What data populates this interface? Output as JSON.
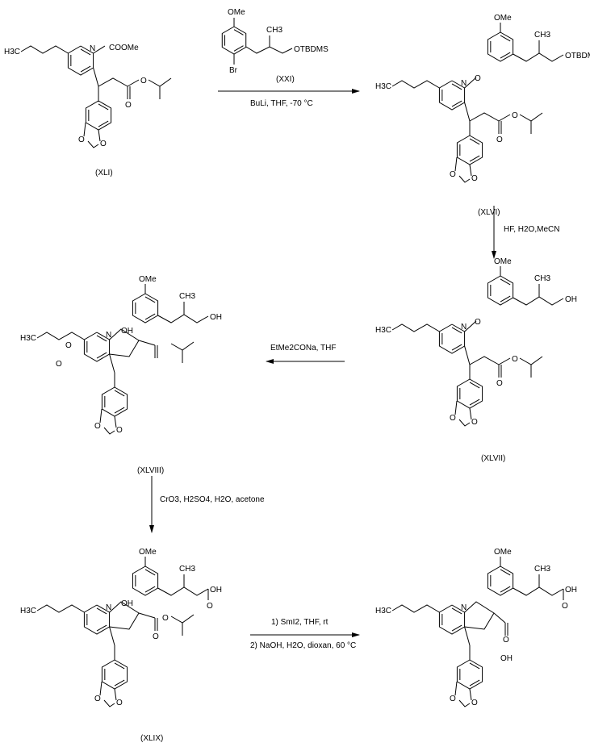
{
  "compounds": {
    "xli": {
      "label": "(XLI)",
      "n": "N",
      "coome": "COOMe",
      "h3c": "H3C",
      "o1": "O",
      "o2": "O",
      "od1": "O",
      "od2": "O"
    },
    "xxi": {
      "label": "(XXI)",
      "ome": "OMe",
      "ch3": "CH3",
      "otbdms": "OTBDMS",
      "br": "Br"
    },
    "xlvi": {
      "label": "(XLVI)",
      "ome": "OMe",
      "ch3": "CH3",
      "otbdms": "OTBDMS",
      "n": "N",
      "h3c": "H3C",
      "ko": "O",
      "o1": "O",
      "o2": "O",
      "od1": "O",
      "od2": "O"
    },
    "xlvii": {
      "label": "(XLVII)",
      "ome": "OMe",
      "ch3": "CH3",
      "oh": "OH",
      "n": "N",
      "h3c": "H3C",
      "ko": "O",
      "o1": "O",
      "o2": "O",
      "od1": "O",
      "od2": "O"
    },
    "xlviii": {
      "label": "(XLVIII)",
      "ome": "OMe",
      "ch3": "CH3",
      "oh": "OH",
      "oh2": "OH",
      "n": "N",
      "h3c": "H3C",
      "o1": "O",
      "o2": "O",
      "od1": "O",
      "od2": "O"
    },
    "xlix": {
      "label": "(XLIX)",
      "ome": "OMe",
      "ch3": "CH3",
      "oh": "OH",
      "acid_o": "O",
      "oh2": "OH",
      "n": "N",
      "h3c": "H3C",
      "o1": "O",
      "o2": "O",
      "od1": "O",
      "od2": "O"
    },
    "final": {
      "ome": "OMe",
      "ch3": "CH3",
      "oh": "OH",
      "acid_o": "O",
      "oh2": "OH",
      "acid_o2": "O",
      "n": "N",
      "h3c": "H3C",
      "od1": "O",
      "od2": "O"
    }
  },
  "steps": {
    "s1": {
      "reagents": "BuLi, THF, -70 °C"
    },
    "s2": {
      "reagents": "HF, H2O,MeCN"
    },
    "s3": {
      "reagents": "EtMe2CONa, THF"
    },
    "s4": {
      "reagents": "CrO3, H2SO4, H2O, acetone"
    },
    "s5": {
      "line1": "1) SmI2, THF, rt",
      "line2": "2) NaOH, H2O, dioxan, 60 °C"
    }
  }
}
